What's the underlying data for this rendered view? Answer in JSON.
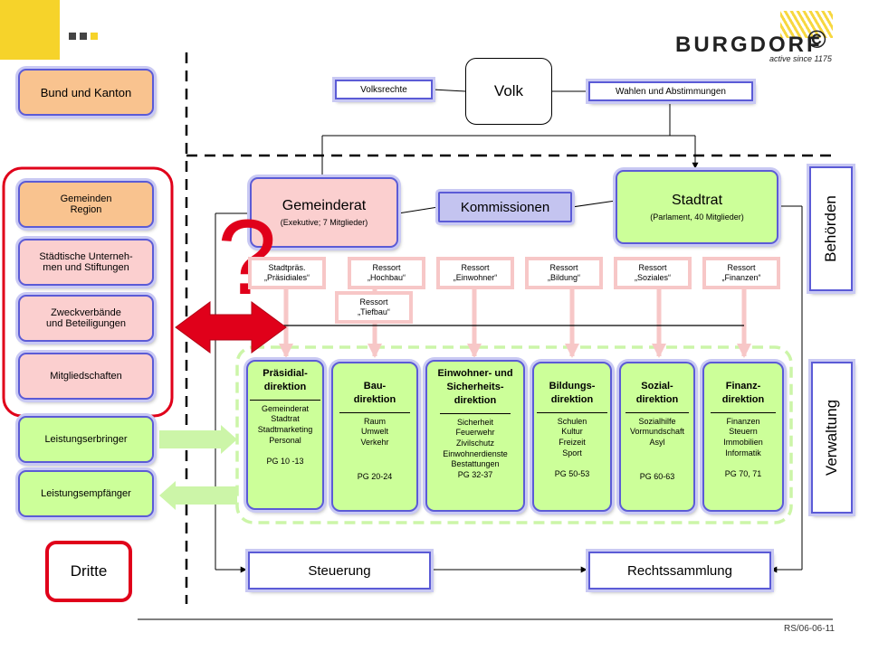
{
  "logo": {
    "name": "BURGDORF",
    "tagline": "active since 1175",
    "mark": "©"
  },
  "footer": {
    "ref": "RS/06-06-11"
  },
  "left": {
    "bund": "Bund und Kanton",
    "gemeinden": [
      "Gemeinden",
      "Region"
    ],
    "unternehmen": [
      "Städtische Unterneh-",
      "men und Stiftungen"
    ],
    "zweck": [
      "Zweckverbände",
      "und Beteiligungen"
    ],
    "mitglied": "Mitgliedschaften",
    "erbringer": "Leistungserbringer",
    "empfaenger": "Leistungsempfänger",
    "dritte": "Dritte"
  },
  "top": {
    "volk": "Volk",
    "volksrechte": "Volksrechte",
    "wahlen": "Wahlen und Abstimmungen"
  },
  "gemeinderat": {
    "title": "Gemeinderat",
    "sub": "(Exekutive; 7 Mitglieder)"
  },
  "kommissionen": "Kommissionen",
  "stadtrat": {
    "title": "Stadtrat",
    "sub": "(Parlament, 40 Mitglieder)"
  },
  "question": "?",
  "side": {
    "behoerden": "Behörden",
    "verwaltung": "Verwaltung"
  },
  "ressorts": [
    [
      "Stadtpräs.",
      "„Präsidiales“"
    ],
    [
      "Ressort",
      "„Hochbau“"
    ],
    [
      "Ressort",
      "„Einwohner“"
    ],
    [
      "Ressort",
      "„Bildung“"
    ],
    [
      "Ressort",
      "„Soziales“"
    ],
    [
      "Ressort",
      "„Finanzen“"
    ],
    [
      "Ressort",
      "„Tiefbau“"
    ]
  ],
  "direktionen": [
    {
      "title": [
        "Präsidial-",
        "direktion"
      ],
      "items": [
        "Gemeinderat",
        "Stadtrat",
        "Stadtmarketing",
        "Personal"
      ],
      "pg": "PG 10 -13"
    },
    {
      "title": [
        "Bau-",
        "direktion"
      ],
      "items": [
        "Raum",
        "Umwelt",
        "Verkehr"
      ],
      "pg": "PG 20-24"
    },
    {
      "title": [
        "Einwohner- und",
        "Sicherheits-",
        "direktion"
      ],
      "items": [
        "Sicherheit",
        "Feuerwehr",
        "Zivilschutz",
        "Einwohnerdienste",
        "Bestattungen"
      ],
      "pg": "PG 32-37"
    },
    {
      "title": [
        "Bildungs-",
        "direktion"
      ],
      "items": [
        "Schulen",
        "Kultur",
        "Freizeit",
        "Sport"
      ],
      "pg": "PG 50-53"
    },
    {
      "title": [
        "Sozial-",
        "direktion"
      ],
      "items": [
        "Sozialhilfe",
        "Vormundschaft",
        "Asyl"
      ],
      "pg": "PG 60-63"
    },
    {
      "title": [
        "Finanz-",
        "direktion"
      ],
      "items": [
        "Finanzen",
        "Steuern",
        "Immobilien",
        "Informatik"
      ],
      "pg": "PG 70, 71"
    }
  ],
  "bottom": {
    "steuerung": "Steuerung",
    "rechtssammlung": "Rechtssammlung"
  },
  "colors": {
    "yellow": "#f6d32a",
    "red": "#e0001a",
    "blue_glow": "#5b5bd6",
    "pink": "#fbcfcf",
    "green": "#ccff99",
    "orange": "#f9c38f"
  }
}
